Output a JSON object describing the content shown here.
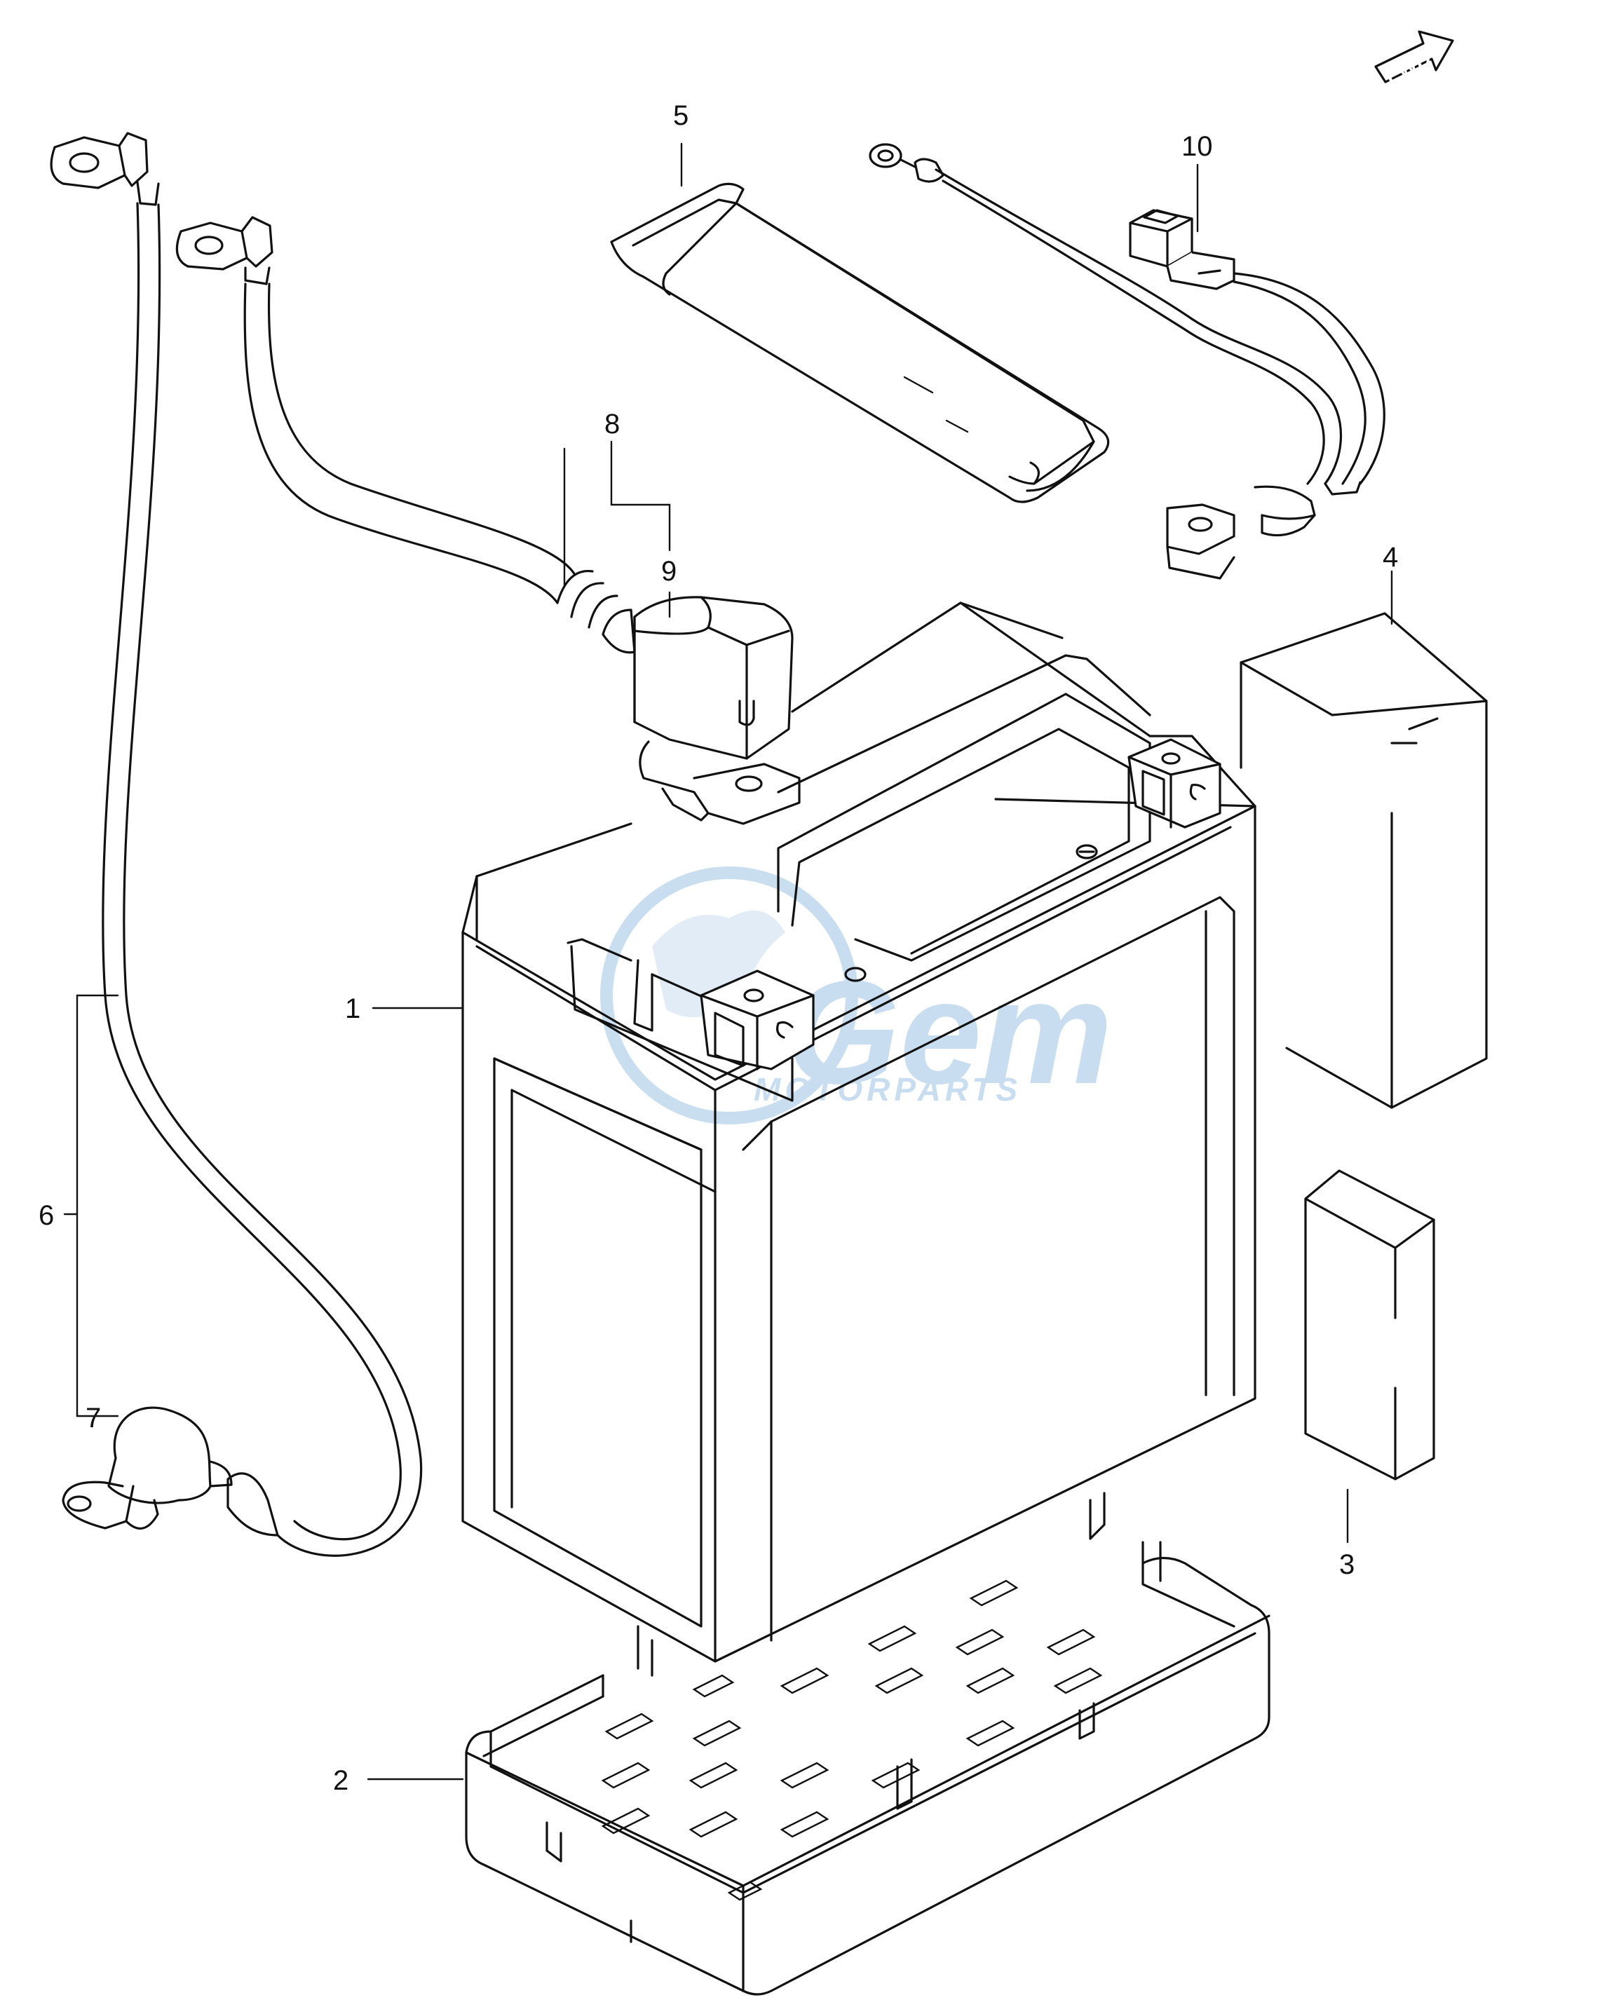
{
  "direction_badge": {
    "label": "FWD"
  },
  "watermark": {
    "brand": "Gem",
    "sub": "MOTORPARTS",
    "color": "#9cc4e4"
  },
  "callouts": {
    "battery": "1",
    "tray": "2",
    "small_label": "3",
    "large_label": "4",
    "strap": "5",
    "negative_lead": "6",
    "terminal_cap_neg": "7",
    "positive_lead": "8",
    "terminal_cap_pos": "9",
    "sub_harness": "10"
  },
  "colors": {
    "line": "#111111",
    "background": "#ffffff"
  }
}
